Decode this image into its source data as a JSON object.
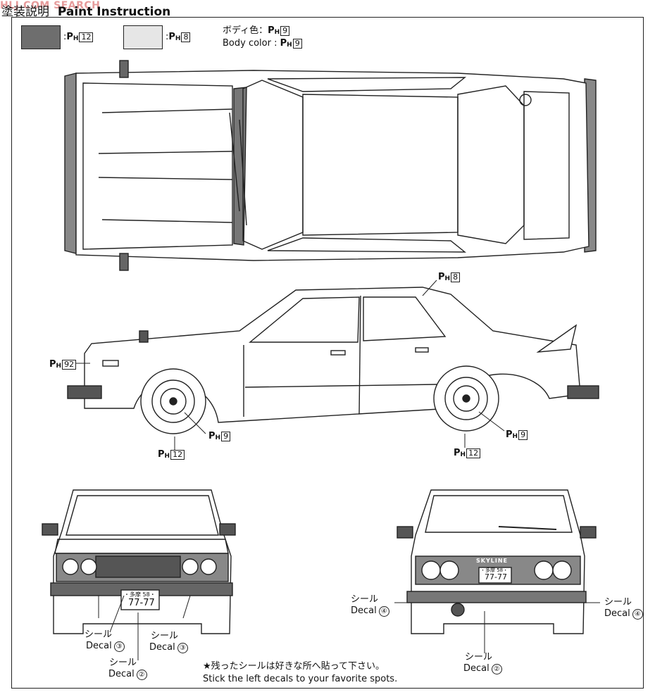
{
  "header": {
    "title_jp": "塗装説明",
    "title_en": "Paint Instruction",
    "watermark": "HLJ.COM SEARCH"
  },
  "colors": {
    "dark_swatch": "#6e6e6e",
    "light_swatch": "#e6e6e6",
    "line": "#222222"
  },
  "paint_codes": {
    "ph_prefix": "P",
    "ph_sub": "H",
    "c12": "12",
    "c8": "8",
    "c9": "9",
    "c92": "92"
  },
  "labels": {
    "swatch_dark_sep": ":",
    "swatch_light_sep": ":",
    "body_color_jp": "ボディ色：",
    "body_color_en": "Body color :",
    "decal_jp": "シール",
    "decal_en": "Decal",
    "n2": "②",
    "n3": "③",
    "n4": "④"
  },
  "plates": {
    "front_top": "・多摩 58・",
    "front_bottom": "77-77",
    "rear_top": "・多摩 58・",
    "rear_bottom": "77-77",
    "rear_badge": "SKYLINE"
  },
  "note": {
    "jp": "★残ったシールは好きな所へ貼って下さい。",
    "en": "Stick the left decals to your favorite spots."
  }
}
